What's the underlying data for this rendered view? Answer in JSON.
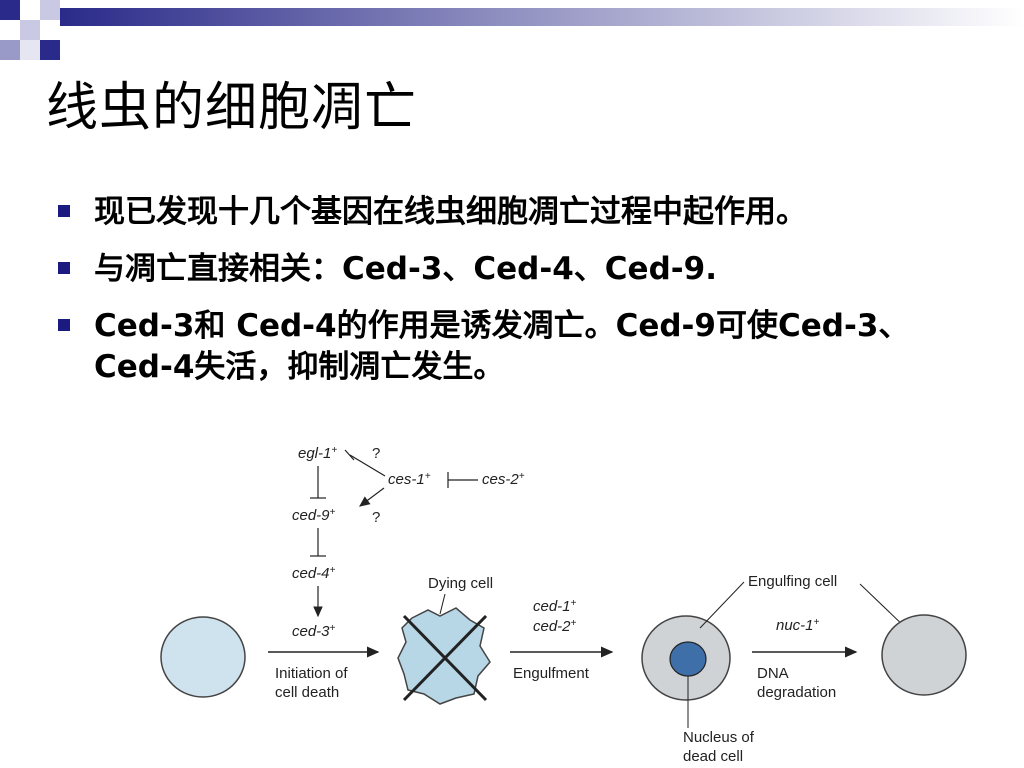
{
  "slide": {
    "title": "线虫的细胞凋亡",
    "bullets": [
      "现已发现十几个基因在线虫细胞凋亡过程中起作用。",
      "与凋亡直接相关：Ced-3、Ced-4、Ced-9.",
      "Ced-3和 Ced-4的作用是诱发凋亡。Ced-9可使Ced-3、Ced-4失活，抑制凋亡发生。"
    ]
  },
  "diagram": {
    "genes": {
      "egl1": "egl-1",
      "ces1": "ces-1",
      "ces2": "ces-2",
      "ced9": "ced-9",
      "ced4": "ced-4",
      "ced3": "ced-3",
      "ced1": "ced-1",
      "ced2": "ced-2",
      "nuc1": "nuc-1",
      "sup": "+",
      "q": "?"
    },
    "labels": {
      "initiation_1": "Initiation of",
      "initiation_2": "cell death",
      "dying_cell": "Dying cell",
      "engulfment": "Engulfment",
      "engulfing_cell": "Engulfing cell",
      "dna_1": "DNA",
      "dna_2": "degradation",
      "nucleus_1": "Nucleus of",
      "nucleus_2": "dead cell"
    },
    "colors": {
      "cell_fill": "#cfe3ef",
      "engulfing_fill": "#cfd3d6",
      "nucleus_fill": "#3f6fa8",
      "header_blue": "#2a2a8a"
    }
  }
}
